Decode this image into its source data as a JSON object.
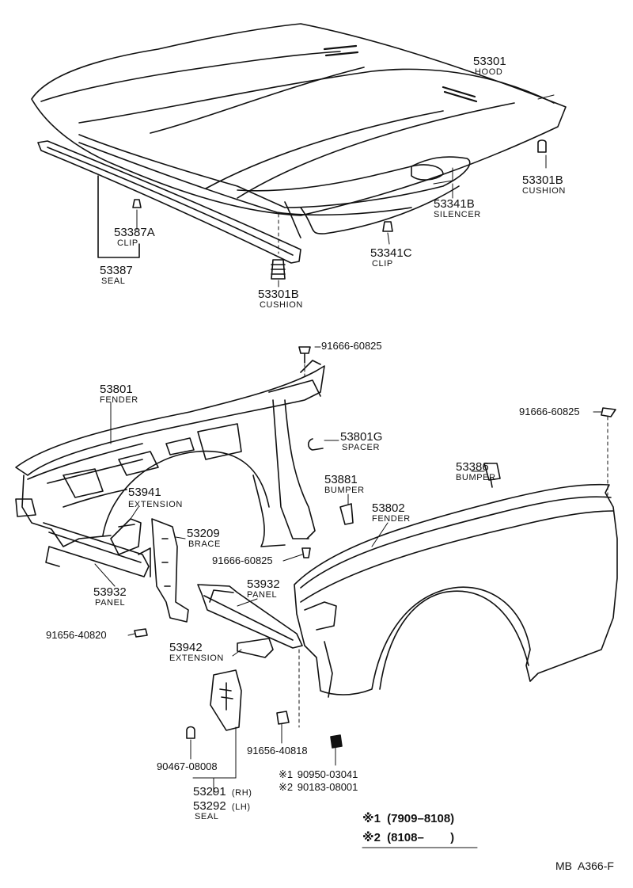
{
  "figure_code": "MB  A366-F",
  "legend": {
    "mark1": "※1",
    "mark1_range": "(7909–8108)",
    "mark2": "※2",
    "mark2_range": "(8108–        )"
  },
  "parts": {
    "hood": {
      "number": "53301",
      "name": "HOOD"
    },
    "hood_cushion_right": {
      "number": "53301B",
      "name": "CUSHION"
    },
    "hood_silencer": {
      "number": "53341B",
      "name": "SILENCER"
    },
    "silencer_clip": {
      "number": "53341C",
      "name": "CLIP"
    },
    "hood_cushion_center": {
      "number": "53301B",
      "name": "CUSHION"
    },
    "seal_clip": {
      "number": "53387A",
      "name": "CLIP"
    },
    "hood_seal": {
      "number": "53387",
      "name": "SEAL"
    },
    "bolt_top": {
      "number": "91666-60825"
    },
    "fender_lh": {
      "number": "53801",
      "name": "FENDER"
    },
    "bolt_right": {
      "number": "91666-60825"
    },
    "spacer": {
      "number": "53801G",
      "name": "SPACER"
    },
    "bumper_upper": {
      "number": "53386",
      "name": "BUMPER"
    },
    "bumper_lower": {
      "number": "53881",
      "name": "BUMPER"
    },
    "fender_rh": {
      "number": "53802",
      "name": "FENDER"
    },
    "extension_upper": {
      "number": "53941",
      "name": "EXTENSION"
    },
    "brace": {
      "number": "53209",
      "name": "BRACE"
    },
    "bolt_mid": {
      "number": "91666-60825"
    },
    "panel_left": {
      "number": "53932",
      "name": "PANEL"
    },
    "panel_right": {
      "number": "53932",
      "name": "PANEL"
    },
    "screw_left": {
      "number": "91656-40820"
    },
    "extension_lower": {
      "number": "53942",
      "name": "EXTENSION"
    },
    "screw_lower": {
      "number": "91656-40818"
    },
    "clip_lower": {
      "number": "90467-08008"
    },
    "nut_1": {
      "mark": "※1",
      "number": "90950-03041"
    },
    "nut_2": {
      "mark": "※2",
      "number": "90183-08001"
    },
    "seal_rh": {
      "number": "53291",
      "side": "(RH)"
    },
    "seal_lh": {
      "number": "53292",
      "side": "(LH)",
      "name": "SEAL"
    }
  }
}
